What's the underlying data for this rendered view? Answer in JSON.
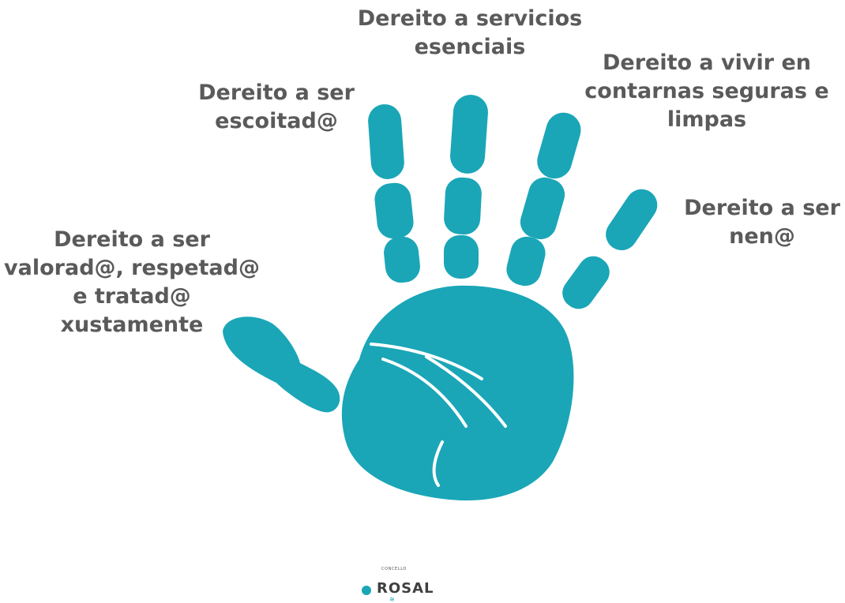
{
  "labels": {
    "services": "Dereito a servicios\nesenciais",
    "heard": "Dereito a ser\nescoitad@",
    "safe": "Dereito a vivir en\ncontarnas seguras e\nlimpas",
    "child": "Dereito a ser\nnen@",
    "valued": "Dereito a ser\nvalorad@, respetad@\ne tratad@\nxustamente"
  },
  "logo": {
    "small_text": "CONCELLO",
    "main_text": "ROSAL",
    "accent_color": "#1aa6b7"
  },
  "colors": {
    "hand": "#1aa6b7",
    "text": "#5a5a5a",
    "background": "#ffffff"
  }
}
